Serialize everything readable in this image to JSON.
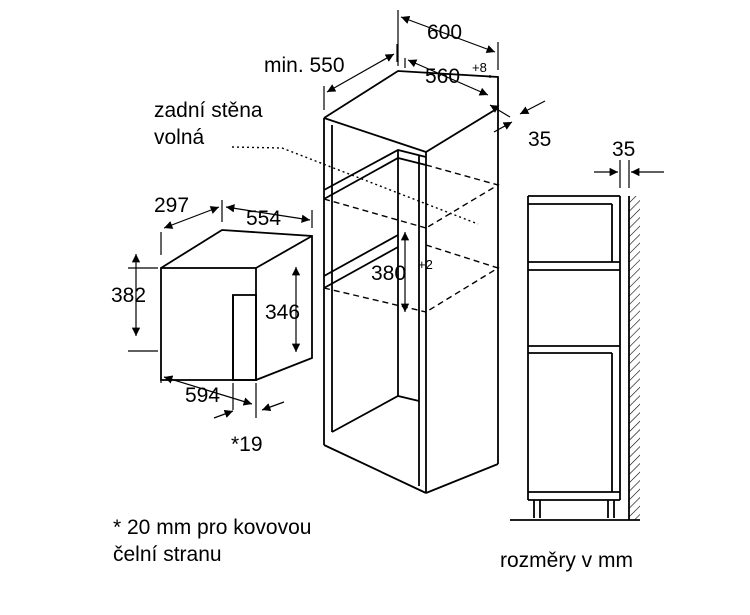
{
  "notes": {
    "rear_wall_line1": "zadní stěna",
    "rear_wall_line2": "volná",
    "footnote_line1": "* 20 mm pro kovovou",
    "footnote_line2": "čelní stranu",
    "units": "rozměry v mm"
  },
  "dimensions": {
    "cabinet_width": "600",
    "cabinet_depth_min": "min. 550",
    "inner_width": "560",
    "inner_width_tolerance": "+8",
    "back_gap": "35",
    "niche_height": "380",
    "niche_height_tolerance": "+2",
    "side_gap": "35",
    "appliance_depth": "297",
    "appliance_width_inner": "554",
    "appliance_height": "382",
    "appliance_height_inner": "346",
    "appliance_width": "594",
    "front_thickness": "*19"
  },
  "colors": {
    "line": "#000000",
    "background": "#ffffff"
  }
}
